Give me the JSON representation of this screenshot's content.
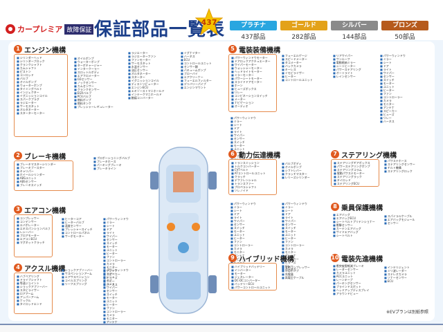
{
  "header": {
    "brand": "カープレミア",
    "badge": "故障保証",
    "title": "保証部品一覧表",
    "star_number": "437",
    "plans": [
      {
        "name": "プラチナ",
        "count": "437部品",
        "color": "#29a6e0"
      },
      {
        "name": "ゴールド",
        "count": "282部品",
        "color": "#e3a21a"
      },
      {
        "name": "シルバー",
        "count": "144部品",
        "color": "#8a8a8a"
      },
      {
        "name": "ブロンズ",
        "count": "50部品",
        "color": "#b65a1c"
      }
    ]
  },
  "sections": [
    {
      "num": "1",
      "title": "エンジン機構"
    },
    {
      "num": "2",
      "title": "ブレーキ機構"
    },
    {
      "num": "3",
      "title": "エアコン機構"
    },
    {
      "num": "4",
      "title": "アクスル機構"
    },
    {
      "num": "5",
      "title": "電装装備機構"
    },
    {
      "num": "6",
      "title": "動力伝達機構"
    },
    {
      "num": "7",
      "title": "ステアリング機構"
    },
    {
      "num": "8",
      "title": "乗員保護機構"
    },
    {
      "num": "9",
      "title": "ハイブリッド機構"
    },
    {
      "num": "10",
      "title": "電装先進機構"
    }
  ],
  "engine_items": [
    "シリンダーヘッド",
    "シリンダーブロック",
    "クランクシャフト",
    "カムシャフト",
    "ピストン",
    "コンロッド",
    "バルブ",
    "オイルポンプ",
    "ウォーターポンプ",
    "タイミングベルト",
    "インジェクター",
    "イグニッションコイル",
    "スパークプラグ",
    "ラジエーター",
    "サーモスタット",
    "オルタネーター",
    "スターターモーター"
  ],
  "engine_list2": [
    "オイルポンプ",
    "ウォーターポンプ",
    "ターボチャージャー",
    "インタークーラー",
    "スロットルボディ",
    "エアフロメーター",
    "O2センサー",
    "ノックセンサー",
    "カムセンサー",
    "クランクセンサー",
    "EGRバルブ",
    "PCVバルブ",
    "燃料ポンプ",
    "燃料タンク",
    "プレッシャーレギュレーター"
  ],
  "engine_list3": [
    "ラジエーター",
    "ラジエーターファン",
    "ファンモーター",
    "サーモスタット",
    "水温センサー",
    "油圧センサー",
    "オルタネーター",
    "スターター",
    "イグニッションコイル",
    "ディストリビューター",
    "エンジンECU",
    "エキゾーストマニホールド",
    "インテークマニホールド",
    "触媒コンバーター"
  ],
  "engine_list4": [
    "イグナイター",
    "ハーネス",
    "ECU",
    "コントロールユニット",
    "センサー類",
    "バキュームポンプ",
    "ブローバイ",
    "エアクリーナー",
    "フューエルフィルター",
    "デリバリーパイプ",
    "エンジンマウント"
  ],
  "brake_items": [
    "ブレーキマスターシリンダー",
    "ブレーキブースター",
    "キャリパー",
    "ホイールシリンダー",
    "ABSユニット",
    "ABSセンサー",
    "ブレーキスイッチ"
  ],
  "brake_list2": [
    "プロポーショニングバルブ",
    "ブレーキホース",
    "パーキングブレーキ",
    "ブレーキライン"
  ],
  "ac_items": [
    "コンプレッサー",
    "コンデンサー",
    "エバポレーター",
    "エキスパンションバルブ",
    "レシーバー",
    "ブロアモーター",
    "エアコンECU",
    "マグネットクラッチ"
  ],
  "ac_list2": [
    "ヒーターコア",
    "ヒーターバルブ",
    "温度センサー",
    "プレッシャースイッチ",
    "コントロールパネル",
    "サーボモーター"
  ],
  "axle_items": [
    "ハブベアリング",
    "ドライブシャフト",
    "等速ジョイント",
    "ショックアブソーバー",
    "スタビライザー",
    "ロアアーム",
    "アッパーアーム",
    "ナックル",
    "タイロッドエンド"
  ],
  "axle_list2": [
    "ショックアブソーバー",
    "サスペンションアーム",
    "エアサスペンション",
    "コイルスプリング",
    "リーフスプリング"
  ],
  "electrical_items": [
    "パワーウィンドウモーター",
    "ドアロックアクチュエーター",
    "ワイパーモーター",
    "ウォッシャーモーター",
    "ヘッドライトモーター",
    "ミラーモーター",
    "パワーシートモーター",
    "スライドドアモーター",
    "ホーン",
    "ヒューズボックス",
    "リレー",
    "コンビネーションスイッチ",
    "メーター",
    "ナビゲーション",
    "オーディオ"
  ],
  "electrical_list2": [
    "フューエルゲージ",
    "スピードメーター",
    "タコメーター",
    "バックカメラ",
    "キーレス",
    "イモビライザー",
    "ヒーター",
    "コントロールユニット"
  ],
  "electrical_list3": [
    "リアワイパー",
    "サンルーフ",
    "電動格納ミラー",
    "シートヒーター",
    "パワーステアリング",
    "オートライト",
    "レインセンサー"
  ],
  "drivetrain_items": [
    "トランスミッション",
    "トルクコンバーター",
    "CVTベルト",
    "ATコントロールユニット",
    "クラッチ",
    "デファレンシャル",
    "トランスファー",
    "プロペラシャフト",
    "ソレノイド"
  ],
  "drivetrain_list2": [
    "バルブボディ",
    "オイルポンプ",
    "シフトレバー",
    "クラッチマスター",
    "レリーズシリンダー"
  ],
  "steering_items": [
    "ステアリングギアボックス",
    "パワーステアリングポンプ",
    "ステアリングコラム",
    "電動パワステモーター",
    "ステアリングラック",
    "タイロッド",
    "ステアリングECU"
  ],
  "steering_list2": [
    "パワステホース",
    "ステアリングセンサー",
    "チルト機構",
    "ステアリングロック"
  ],
  "safety_items": [
    "エアバッグ",
    "エアバッグECU",
    "シートベルトプリテンショナー",
    "衝撃センサー",
    "カーテンエアバッグ",
    "サイドエアバッグ",
    "シートベルト"
  ],
  "safety_list2": [
    "スパイラルケーブル",
    "エアバッグモジュール",
    "センサー"
  ],
  "hybrid_items": [
    "ハイブリッドバッテリー",
    "インバーター",
    "モーター",
    "ジェネレーター",
    "DC-DCコンバーター",
    "バッテリーECU",
    "パワーコントロールユニット"
  ],
  "hybrid_list2": [
    "電動コンプレッサー",
    "冷却ポンプ",
    "充電器",
    "高電圧ケーブル"
  ],
  "advanced_items": [
    "衝突被害軽減ブレーキ",
    "レーダーセンサー",
    "カメラユニット",
    "ACCユニット",
    "レーンキープ",
    "パーキングセンサー",
    "ブラインドスポット",
    "ヘッドアップディスプレイ",
    "アラウンドビュー"
  ],
  "advanced_list2": [
    "インテリジェント",
    "ミリ波レーダー",
    "ステレオカメラ",
    "ソナーセンサー",
    "ECU"
  ],
  "misc_list": [
    "パワーウィンドウ",
    "ミラー",
    "シート",
    "ドア",
    "ライト",
    "ワイパー",
    "センサー",
    "スイッチ",
    "モーター",
    "ユニット",
    "ヒーター",
    "ファン",
    "コントローラー",
    "カメラ",
    "モニター",
    "アンテナ",
    "スピーカー",
    "ヒューズ",
    "リレー",
    "ハーネス"
  ],
  "ev_note": "※EVプランは別紙参照"
}
